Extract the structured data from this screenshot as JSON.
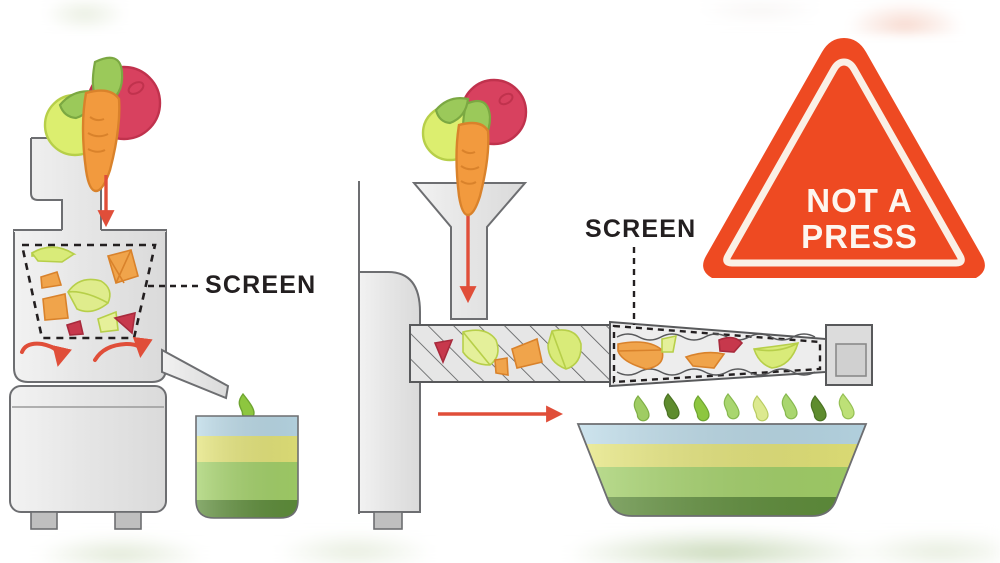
{
  "scene": {
    "title": "Cold press juicer vs masticating juicer comparison diagram",
    "background_color": "#ffffff"
  },
  "labels": {
    "screen_left": "SCREEN",
    "screen_mid": "SCREEN"
  },
  "warning_sign": {
    "shape": "rounded-triangle",
    "fill_color": "#EE4A22",
    "border_color": "#FAF0E6",
    "line1": "NOT A",
    "line2": "PRESS"
  },
  "palette": {
    "body_gray": "#E3E3E3",
    "body_gray_light": "#EDEDED",
    "outline_gray": "#58595B",
    "foot_gray": "#BFBFBF",
    "arrow_red": "#E04E39",
    "carrot_orange": "#F29A3E",
    "carrot_outline": "#D9822B",
    "beet_pink": "#D8415F",
    "beet_outline": "#C0324D",
    "apple_green": "#D7E86B",
    "leaf_green": "#93C356",
    "drop_green_light": "#BDE077",
    "drop_green_mid": "#8DC63F",
    "drop_green_dark": "#5E8C2E",
    "juice_blue": "#BCDCEA",
    "juice_yellow": "#E8E87A",
    "juice_green": "#A5D469",
    "juice_dark_green": "#5F8F3A"
  },
  "left_machine": {
    "name": "centrifugal-juicer",
    "feed_items": [
      "apple",
      "carrot",
      "beet"
    ],
    "screen_region": "dashed-trapezoid",
    "spin_arrows": 2,
    "pulp_pieces": 8,
    "spout": "side-spout",
    "drops": 1,
    "vessel": "drinking-glass",
    "feet": 2
  },
  "mid_machine": {
    "name": "horizontal-masticating-juicer",
    "feed_items": [
      "apple",
      "carrot",
      "beet"
    ],
    "hopper": "funnel",
    "auger_hatching": "diagonal-lines",
    "pulp_pieces_auger": 5,
    "pulp_pieces_screen": 5,
    "screen_region": "tapered-dashed",
    "flow_arrow": "right",
    "drops": 8,
    "vessel": "wide-bowl",
    "feet": 1
  },
  "juice_layers": [
    {
      "name": "foam",
      "color": "#BCDCEA"
    },
    {
      "name": "light-juice",
      "color": "#E8E87A"
    },
    {
      "name": "mid-juice",
      "color": "#A5D469"
    },
    {
      "name": "sediment",
      "color": "#5F8F3A"
    }
  ],
  "drop_colors_mid": [
    "#9FCC63",
    "#5E8C2E",
    "#8DC63F",
    "#A9D66F",
    "#D8E88B",
    "#A9D66F",
    "#5E8C2E",
    "#BDE077"
  ]
}
